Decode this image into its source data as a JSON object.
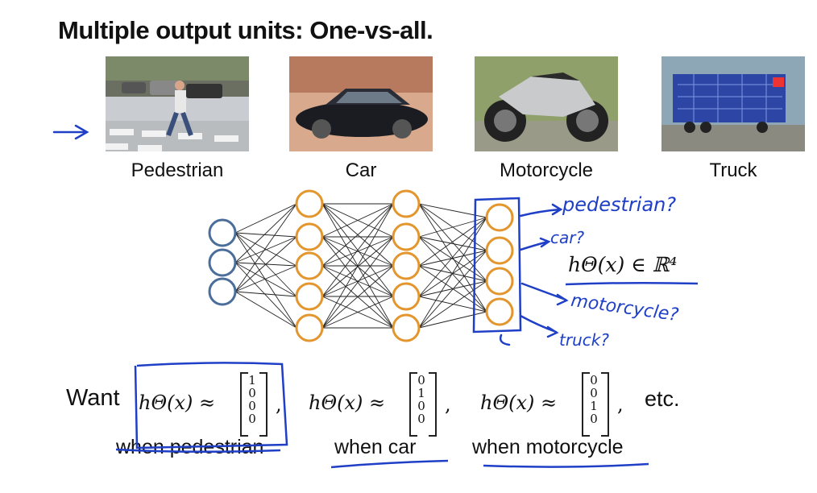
{
  "title": "Multiple output units: One-vs-all.",
  "classes": [
    "Pedestrian",
    "Car",
    "Motorcycle",
    "Truck"
  ],
  "annotations": {
    "pedestrian": "pedestrian?",
    "car": "car?",
    "motorcycle": "motorcycle?",
    "truck": "truck?"
  },
  "output_space": "hΘ(x) ∈ ℝ⁴",
  "want_label": "Want",
  "hypothesis": "hΘ(x) ≈",
  "vectors": [
    [
      "1",
      "0",
      "0",
      "0"
    ],
    [
      "0",
      "1",
      "0",
      "0"
    ],
    [
      "0",
      "0",
      "1",
      "0"
    ]
  ],
  "etc_label": "etc.",
  "when_labels": [
    "when pedestrian",
    "when car",
    "when motorcycle"
  ],
  "colors": {
    "input_node": "#4a6d99",
    "hidden_node": "#e3962e",
    "ink": "#1f3fc6"
  },
  "network": {
    "layers": [
      3,
      5,
      5,
      4
    ]
  }
}
